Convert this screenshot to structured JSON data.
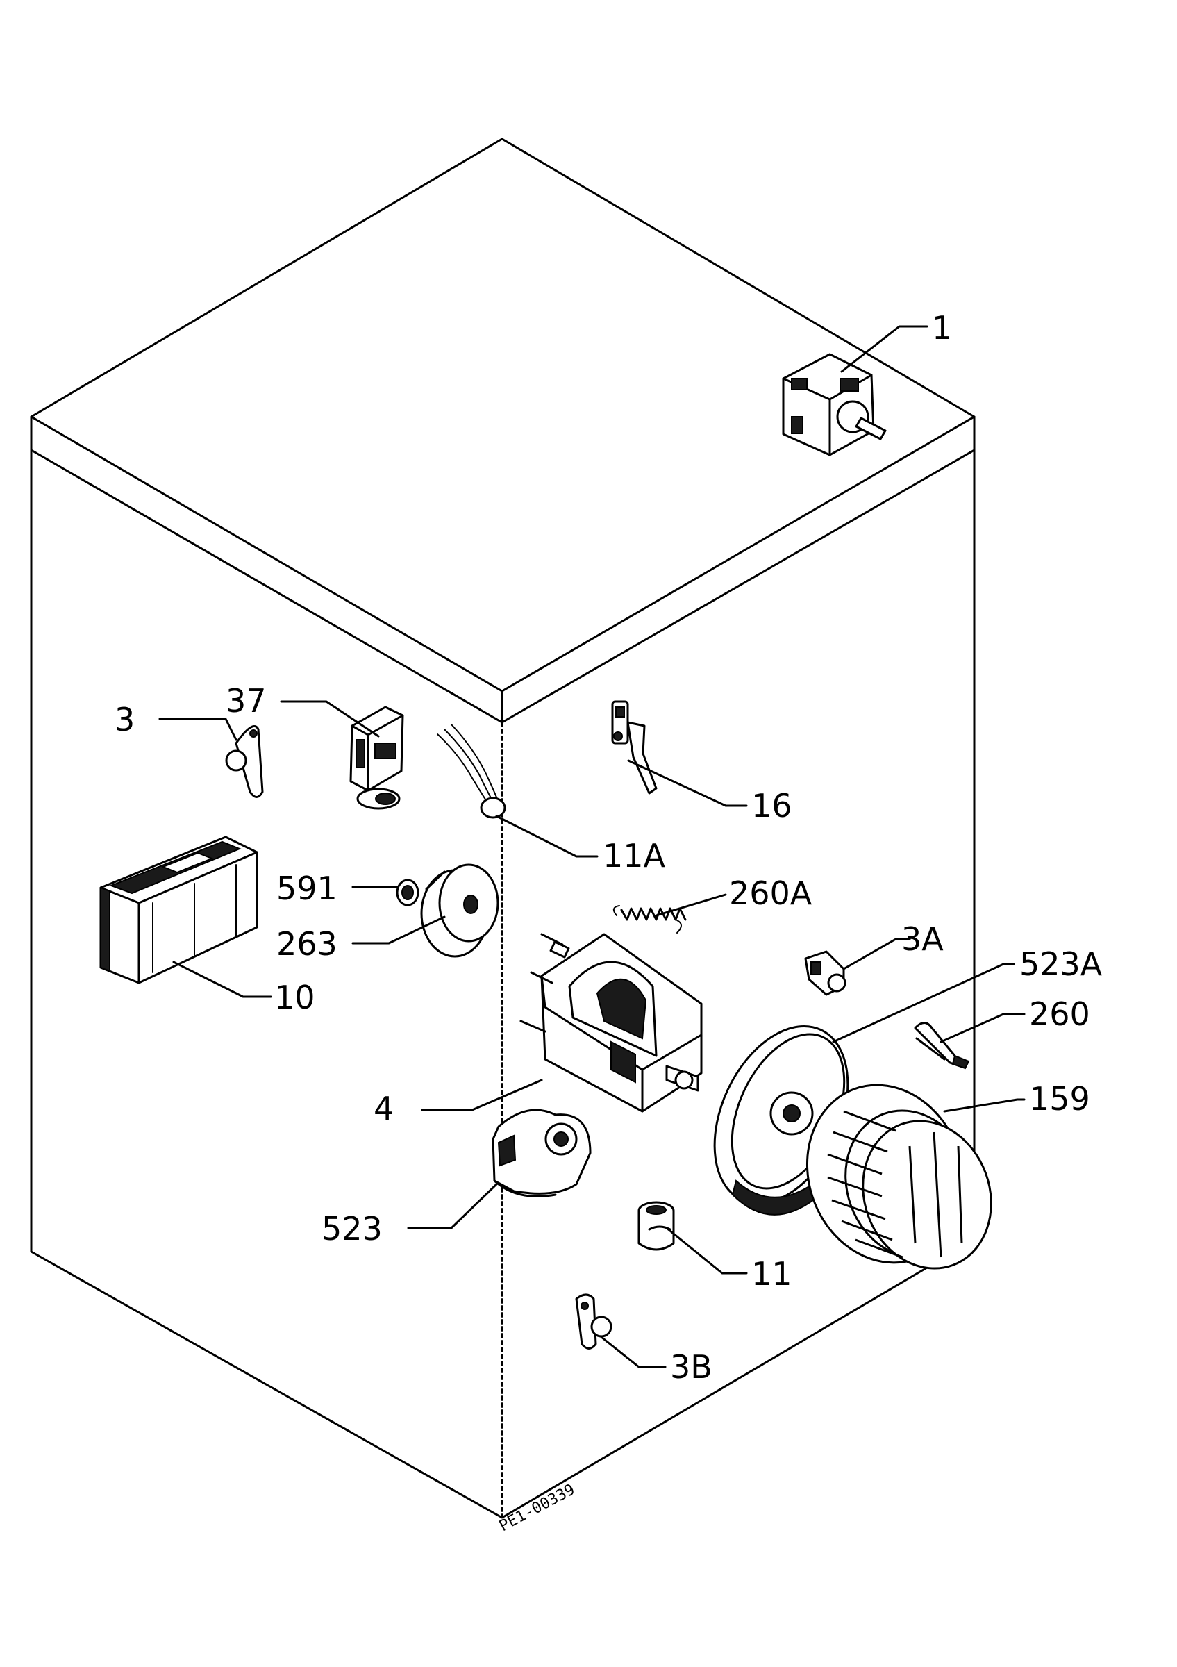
{
  "drawing_code": "PE1-00339",
  "callouts": [
    {
      "id": "1",
      "label": "1"
    },
    {
      "id": "37",
      "label": "37"
    },
    {
      "id": "3",
      "label": "3"
    },
    {
      "id": "16",
      "label": "16"
    },
    {
      "id": "11A",
      "label": "11A"
    },
    {
      "id": "591",
      "label": "591"
    },
    {
      "id": "260A",
      "label": "260A"
    },
    {
      "id": "263",
      "label": "263"
    },
    {
      "id": "3A",
      "label": "3A"
    },
    {
      "id": "523A",
      "label": "523A"
    },
    {
      "id": "10",
      "label": "10"
    },
    {
      "id": "260",
      "label": "260"
    },
    {
      "id": "4",
      "label": "4"
    },
    {
      "id": "159",
      "label": "159"
    },
    {
      "id": "523",
      "label": "523"
    },
    {
      "id": "11",
      "label": "11"
    },
    {
      "id": "3B",
      "label": "3B"
    }
  ]
}
